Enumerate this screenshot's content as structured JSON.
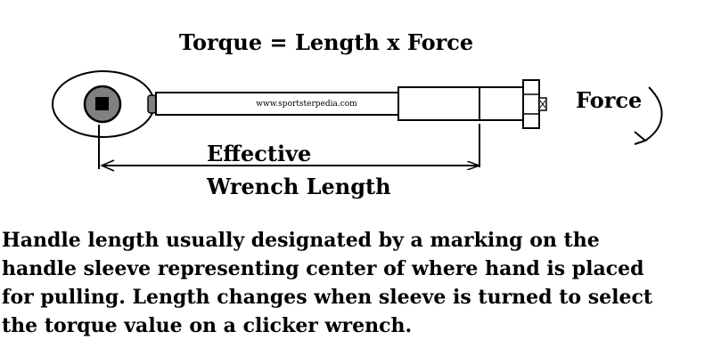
{
  "diagram": {
    "title": "Torque = Length x Force",
    "watermark": "www.sportsterpedia.com",
    "force_label": "Force",
    "length_label_line1": "Effective",
    "length_label_line2": "Wrench Length",
    "stroke_color": "#000000",
    "socket_fill": "#808080",
    "background": "#ffffff"
  },
  "caption": {
    "lines": [
      "Handle length usually designated by a marking on the",
      "handle sleeve representing center of where hand is placed",
      "for pulling. Length changes when sleeve is turned to select",
      "the torque value on a clicker wrench."
    ]
  }
}
